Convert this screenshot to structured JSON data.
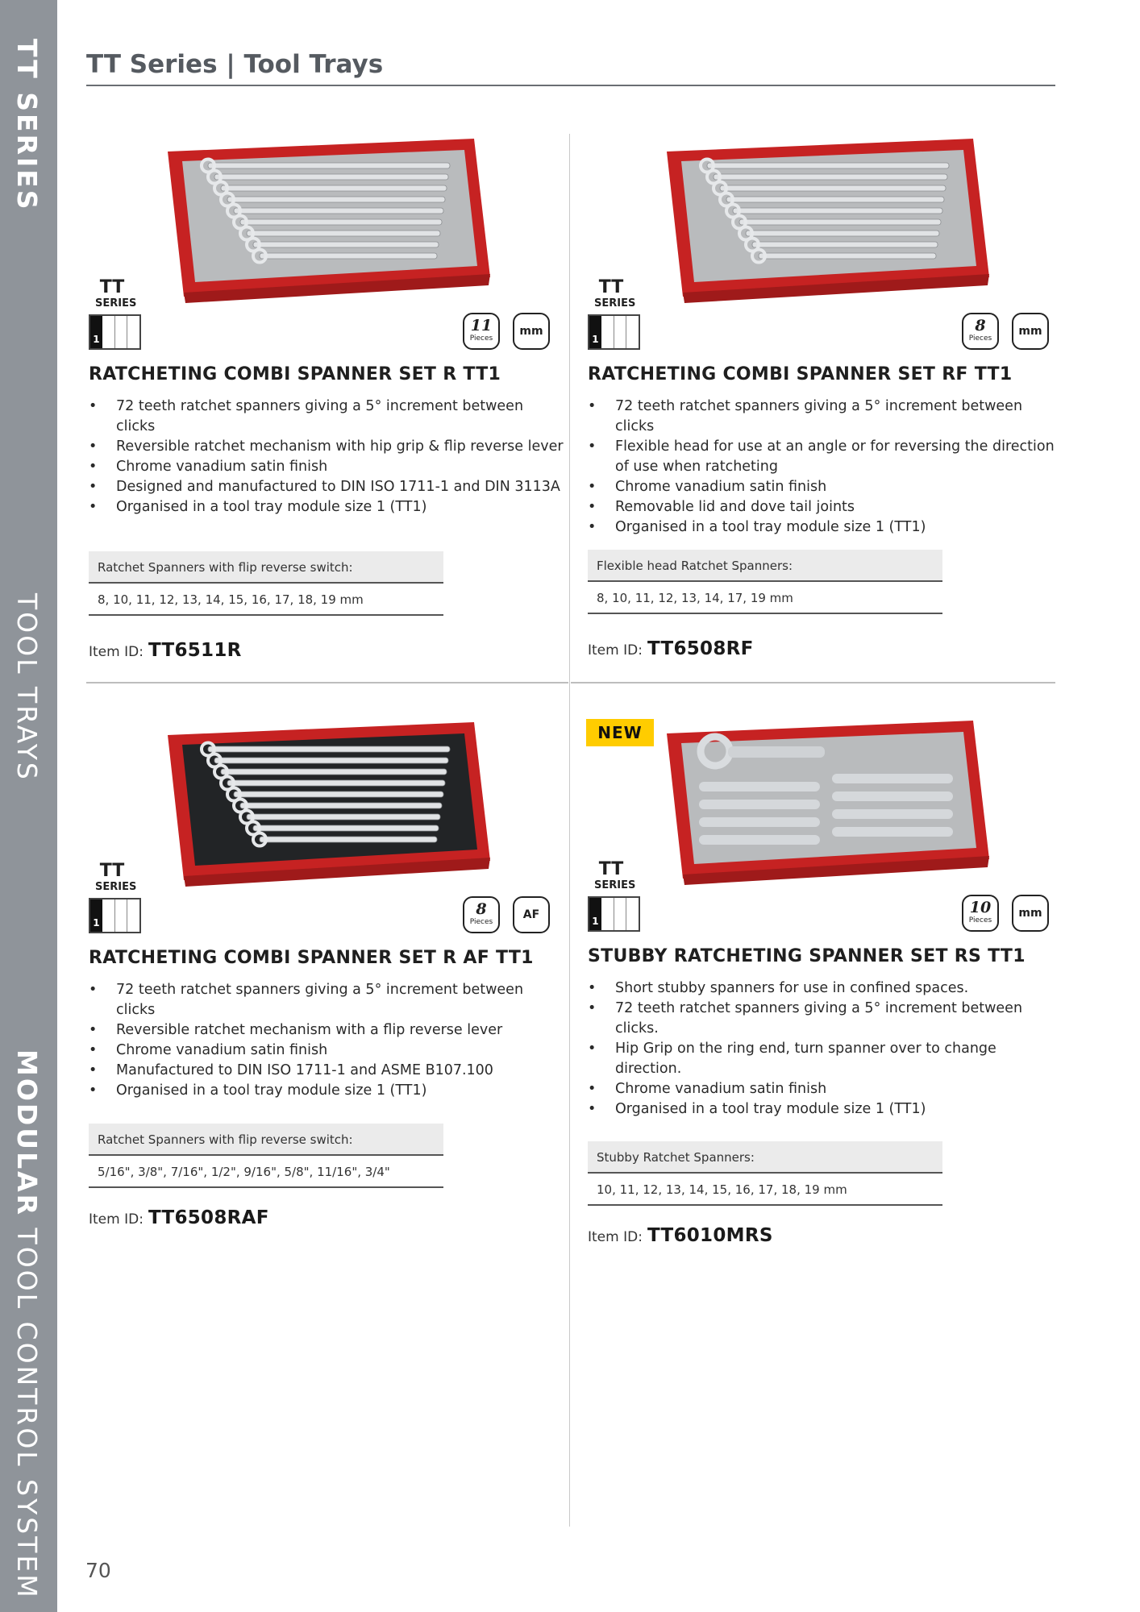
{
  "side_band": {
    "label_1": "TT SERIES",
    "label_2": "TOOL TRAYS",
    "label_3_bold": "MODULAR",
    "label_3_rest": " TOOL CONTROL SYSTEM"
  },
  "header": {
    "title": "TT Series | Tool Trays"
  },
  "logo": {
    "tt": "TT",
    "series": "SERIES",
    "module_size": "1"
  },
  "products": [
    {
      "image_icon": "spanner-tray-image",
      "badge": "",
      "pieces": "11",
      "pieces_label": "Pieces",
      "unit": "mm",
      "title": "RATCHETING COMBI SPANNER SET R TT1",
      "features": [
        "72 teeth ratchet spanners giving a 5° increment between clicks",
        "Reversible ratchet mechanism with hip grip & flip reverse lever",
        "Chrome vanadium satin finish",
        "Designed and manufactured to DIN ISO 1711-1 and DIN 3113A",
        "Organised in a tool tray module size 1 (TT1)"
      ],
      "spec_heading": "Ratchet Spanners with flip reverse switch:",
      "spec_value": "8, 10, 11, 12, 13, 14, 15, 16, 17, 18, 19 mm",
      "item_label": "Item ID:",
      "item_id": "TT6511R"
    },
    {
      "image_icon": "spanner-tray-image",
      "badge": "",
      "pieces": "8",
      "pieces_label": "Pieces",
      "unit": "mm",
      "title": "RATCHETING COMBI SPANNER SET RF TT1",
      "features": [
        "72 teeth ratchet spanners giving a 5° increment between clicks",
        "Flexible head for use at an angle or for reversing the direction of use when ratcheting",
        "Chrome vanadium satin finish",
        "Removable lid and dove tail joints",
        "Organised in a tool tray module size 1 (TT1)"
      ],
      "spec_heading": "Flexible head Ratchet Spanners:",
      "spec_value": "8, 10, 11, 12, 13, 14, 17, 19 mm",
      "item_label": "Item ID:",
      "item_id": "TT6508RF"
    },
    {
      "image_icon": "spanner-tray-image",
      "badge": "",
      "pieces": "8",
      "pieces_label": "Pieces",
      "unit": "AF",
      "title": "RATCHETING COMBI SPANNER SET R AF TT1",
      "features": [
        "72 teeth ratchet spanners giving a 5° increment between clicks",
        "Reversible ratchet mechanism with a flip reverse lever",
        "Chrome vanadium satin finish",
        "Manufactured to DIN ISO 1711-1 and ASME B107.100",
        "Organised in a tool tray module size 1 (TT1)"
      ],
      "spec_heading": "Ratchet Spanners with flip reverse switch:",
      "spec_value": "5/16\", 3/8\", 7/16\", 1/2\", 9/16\", 5/8\", 11/16\", 3/4\"",
      "item_label": "Item ID:",
      "item_id": "TT6508RAF"
    },
    {
      "image_icon": "spanner-tray-image",
      "badge": "NEW",
      "pieces": "10",
      "pieces_label": "Pieces",
      "unit": "mm",
      "title": "STUBBY RATCHETING SPANNER SET RS TT1",
      "features": [
        "Short stubby spanners for use in confined spaces.",
        "72 teeth ratchet spanners giving a 5° increment between clicks.",
        "Hip Grip on the ring end, turn spanner over to change direction.",
        "Chrome vanadium satin finish",
        "Organised in a tool tray module size 1 (TT1)"
      ],
      "spec_heading": "Stubby Ratchet Spanners:",
      "spec_value": "10, 11, 12, 13, 14, 15, 16, 17, 18, 19 mm",
      "item_label": "Item ID:",
      "item_id": "TT6010MRS"
    }
  ],
  "footer": {
    "page_number": "70"
  },
  "colors": {
    "tray_red": "#d42a2a",
    "side_band": "#8f949a",
    "new_badge": "#ffcc00"
  }
}
